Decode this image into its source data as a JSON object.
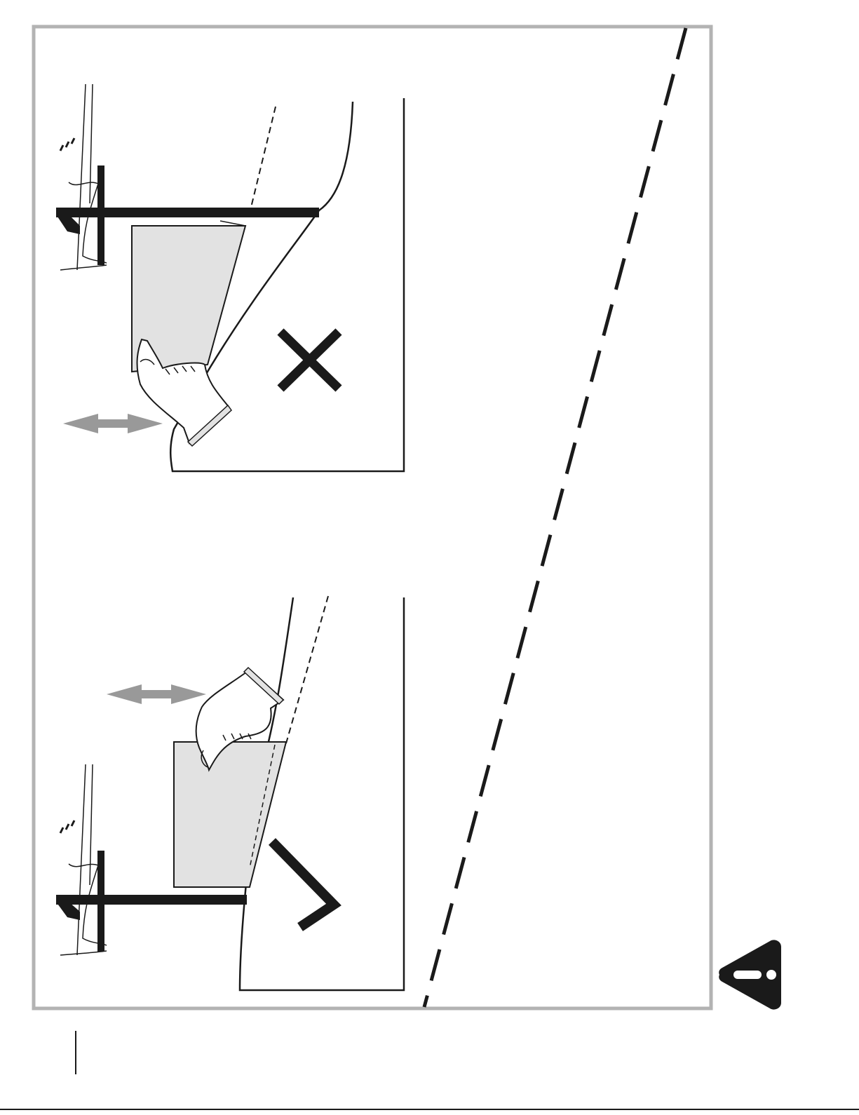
{
  "page": {
    "colors": {
      "frame": "#b3b3b3",
      "ink": "#1a1a1a",
      "garment_fill": "#e2e2e2",
      "arrow_fill": "#999999",
      "warning_fill": "#1a1a1a",
      "warning_mark": "#ffffff"
    }
  },
  "panels": [
    {
      "name": "incorrect-method",
      "verdict": "incorrect",
      "verdict_icon": "cross-mark-icon",
      "motion_icon": "double-arrow-icon"
    },
    {
      "name": "correct-method",
      "verdict": "correct",
      "verdict_icon": "check-mark-icon",
      "motion_icon": "double-arrow-icon"
    }
  ],
  "warning": {
    "icon": "warning-triangle-icon"
  }
}
